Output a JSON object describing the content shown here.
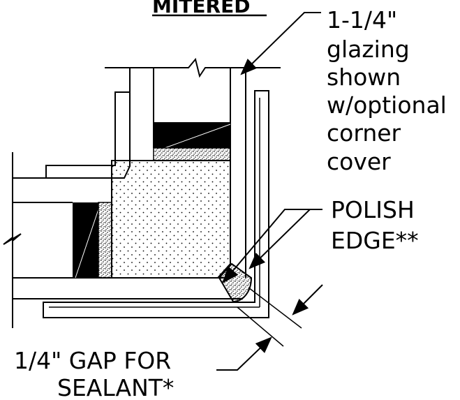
{
  "title": "MITERED",
  "labels": {
    "glazing": [
      "1-1/4\"",
      "glazing",
      "shown",
      "w/optional",
      "corner",
      "cover"
    ],
    "polish": [
      "POLISH",
      "EDGE**"
    ],
    "gap": [
      "1/4\" GAP FOR",
      "SEALANT*"
    ]
  },
  "colors": {
    "line": "#000000",
    "background": "#ffffff"
  }
}
